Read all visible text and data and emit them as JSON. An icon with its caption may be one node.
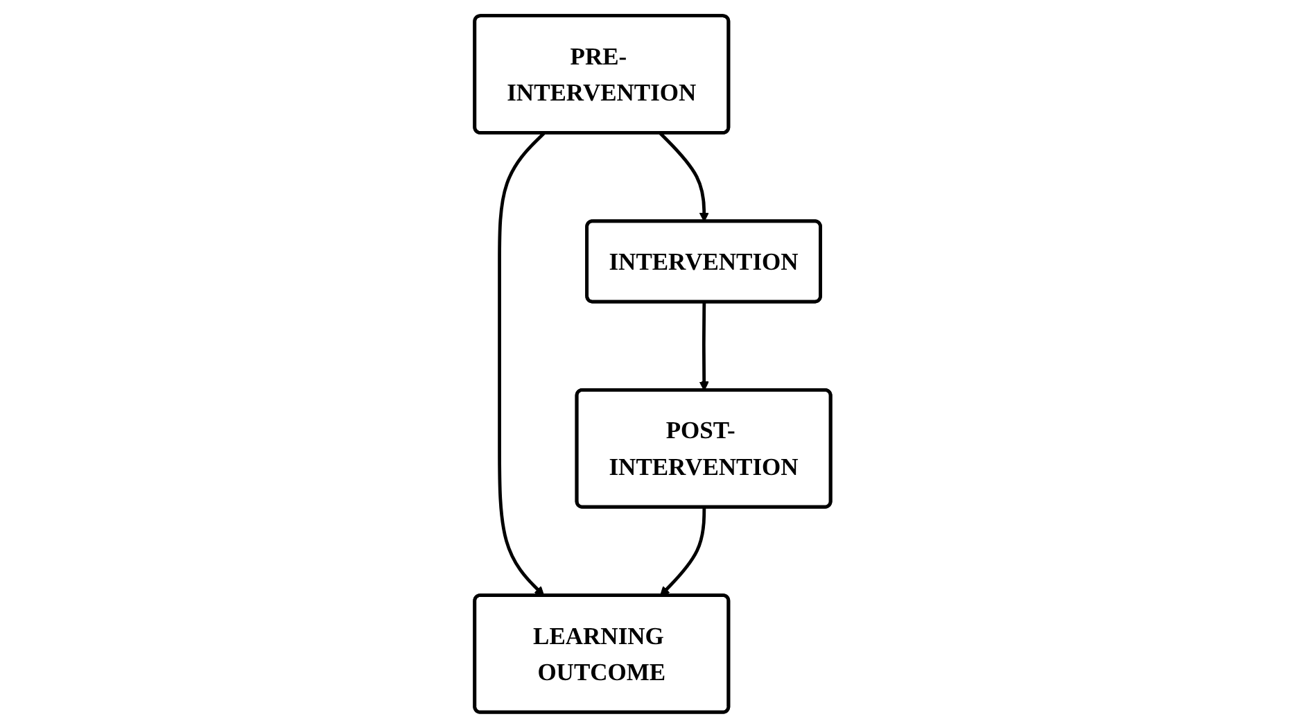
{
  "diagram": {
    "nodes": [
      {
        "text": [
          "PRE- INTERVENTION"
        ]
      },
      {
        "text": [
          "LEARNING OUTCOME"
        ]
      },
      {
        "text": [
          "INTERVENTION"
        ]
      },
      {
        "text": [
          "POST- INTERVENTION"
        ]
      }
    ],
    "edges": [
      {
        "from": 0,
        "to": 1,
        "arrow": "to"
      },
      {
        "from": 0,
        "to": 2,
        "arrow": "to"
      },
      {
        "from": 2,
        "to": 3,
        "arrow": "to"
      },
      {
        "from": 3,
        "to": 1,
        "arrow": "to"
      }
    ]
  }
}
